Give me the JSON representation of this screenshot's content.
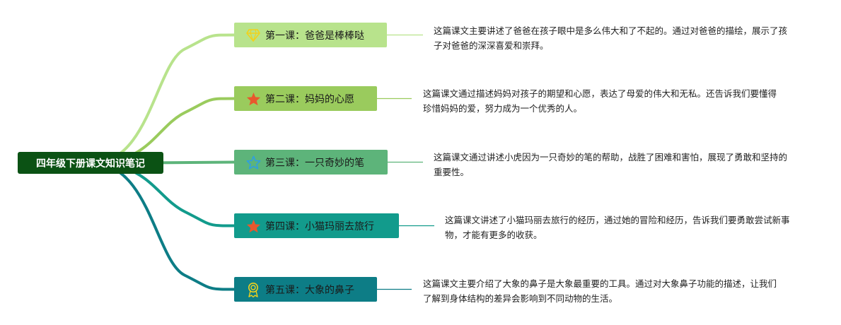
{
  "root": {
    "label": "四年级下册课文知识笔记"
  },
  "lessons": [
    {
      "title": "第一课：爸爸是棒棒哒",
      "description": "这篇课文主要讲述了爸爸在孩子眼中是多么伟大和了不起的。通过对爸爸的描绘，展示了孩子对爸爸的深深喜爱和崇拜。",
      "icon": "diamond-icon",
      "color": "#b8e38c"
    },
    {
      "title": "第二课：妈妈的心愿",
      "description": "这篇课文通过描述妈妈对孩子的期望和心愿，表达了母爱的伟大和无私。还告诉我们要懂得珍惜妈妈的爱，努力成为一个优秀的人。",
      "icon": "star-filled-icon",
      "color": "#9acb5d"
    },
    {
      "title": "第三课：一只奇妙的笔",
      "description": "这篇课文通过讲述小虎因为一只奇妙的笔的帮助，战胜了困难和害怕，展现了勇敢和坚持的重要性。",
      "icon": "star-outline-icon",
      "color": "#5db47a"
    },
    {
      "title": "第四课：小猫玛丽去旅行",
      "description": "这篇课文讲述了小猫玛丽去旅行的经历，通过她的冒险和经历，告诉我们要勇敢尝试新事物，才能有更多的收获。",
      "icon": "star-filled-icon",
      "color": "#129b8c"
    },
    {
      "title": "第五课：大象的鼻子",
      "description": "这篇课文主要介绍了大象的鼻子是大象最重要的工具。通过对大象鼻子功能的描述，让我们了解到身体结构的差异会影响到不同动物的生活。",
      "icon": "award-ribbon-icon",
      "color": "#0d7d86"
    }
  ]
}
